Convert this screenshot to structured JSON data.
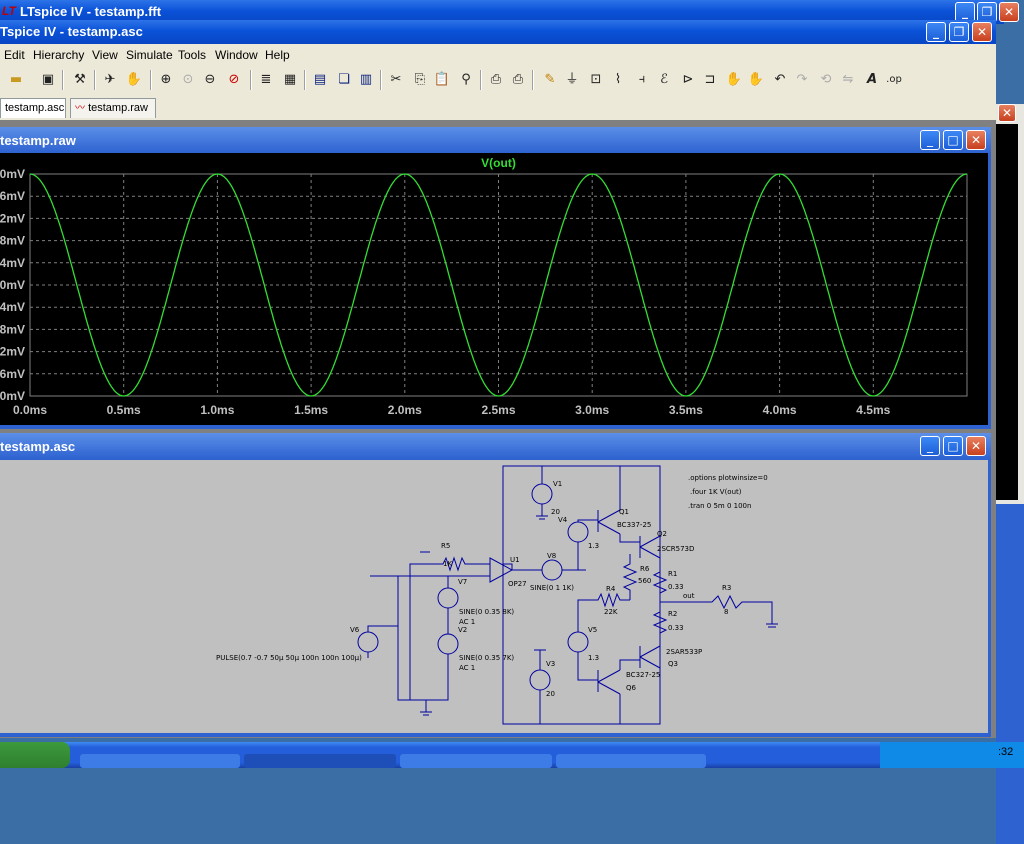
{
  "outer_window": {
    "title": "LTspice IV - testamp.fft"
  },
  "main_window": {
    "title": "LTspice IV - testamp.asc",
    "title_visible": "Tspice IV - testamp.asc"
  },
  "menu": [
    "Edit",
    "Hierarchy",
    "View",
    "Simulate",
    "Tools",
    "Window",
    "Help"
  ],
  "tabs": [
    {
      "label": "testamp.asc",
      "active": true
    },
    {
      "label": "testamp.raw",
      "active": false
    }
  ],
  "waveform_window": {
    "title": "testamp.raw",
    "trace_label": "V(out)",
    "trace_color": "#33dd33",
    "y_tick_labels": [
      "0mV",
      "6mV",
      "2mV",
      "8mV",
      "4mV",
      "0mV",
      "4mV",
      "8mV",
      "2mV",
      "6mV",
      "0mV"
    ],
    "x_tick_labels": [
      "0.0ms",
      "0.5ms",
      "1.0ms",
      "1.5ms",
      "2.0ms",
      "2.5ms",
      "3.0ms",
      "3.5ms",
      "4.0ms",
      "4.5ms"
    ]
  },
  "chart_data": {
    "type": "line",
    "title": "V(out)",
    "xlabel": "",
    "ylabel": "",
    "xlim": [
      0,
      5.0
    ],
    "x_unit": "ms",
    "series": [
      {
        "name": "V(out)",
        "frequency_khz": 1.0,
        "shape": "cosine",
        "peaks_at_ms": [
          0.0,
          1.0,
          2.0,
          3.0,
          4.0,
          5.0
        ],
        "troughs_at_ms": [
          0.5,
          1.5,
          2.5,
          3.5,
          4.5
        ]
      }
    ],
    "grid": true
  },
  "schematic_window": {
    "title": "testamp.asc",
    "directives": [
      ".options plotwinsize=0",
      ".four 1K V(out)",
      ".tran 0 5m 0 100n"
    ],
    "labels": {
      "v1": "V1",
      "v1_val": "20",
      "v3": "V3",
      "v3_val": "20",
      "v4": "V4",
      "v4_val": "1.3",
      "v5": "V5",
      "v5_val": "1.3",
      "v6": "V6",
      "v6_val": "PULSE(0.7 -0.7 50µ 50µ 100n 100n 100µ)",
      "v7": "V7",
      "v7_val": "SINE(0 0.35 8K)",
      "v7_ac": "AC 1",
      "v2": "V2",
      "v2_val": "SINE(0 0.35 7K)",
      "v2_ac": "AC 1",
      "v8": "V8",
      "v8_val": "SINE(0 1 1K)",
      "r5": "R5",
      "r5_val": "1K",
      "u1": "U1",
      "u1_val": "OP27",
      "r4": "R4",
      "r4_val": "22K",
      "r6": "R6",
      "r6_val": "560",
      "r1": "R1",
      "r1_val": "0.33",
      "r2": "R2",
      "r2_val": "0.33",
      "r3": "R3",
      "r3_val": "8",
      "q1": "Q1",
      "q1_val": "BC337-25",
      "q2": "Q2",
      "q2_val": "2SCR573D",
      "q3": "Q3",
      "q3_val": "2SAR533P",
      "q6": "Q6",
      "q6_val": "BC327-25",
      "out": "out"
    }
  },
  "taskbar": {
    "clock": ":32"
  }
}
